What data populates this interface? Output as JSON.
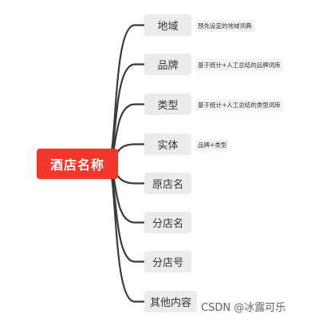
{
  "root": {
    "label": "酒店名称"
  },
  "branches": [
    {
      "label": "地域",
      "note": "预先设定的地域词典"
    },
    {
      "label": "品牌",
      "note": "基于统计+人工总结的品牌词库"
    },
    {
      "label": "类型",
      "note": "基于统计+人工总结的类型词库"
    },
    {
      "label": "实体",
      "note": "品牌+类型"
    },
    {
      "label": "原店名",
      "note": ""
    },
    {
      "label": "分店名",
      "note": ""
    },
    {
      "label": "分店号",
      "note": ""
    },
    {
      "label": "其他内容",
      "note": ""
    }
  ],
  "watermark": "CSDN @冰露可乐",
  "colors": {
    "root": "#f2362b",
    "branch": "#ececec",
    "edge": "#3a3a3a"
  }
}
